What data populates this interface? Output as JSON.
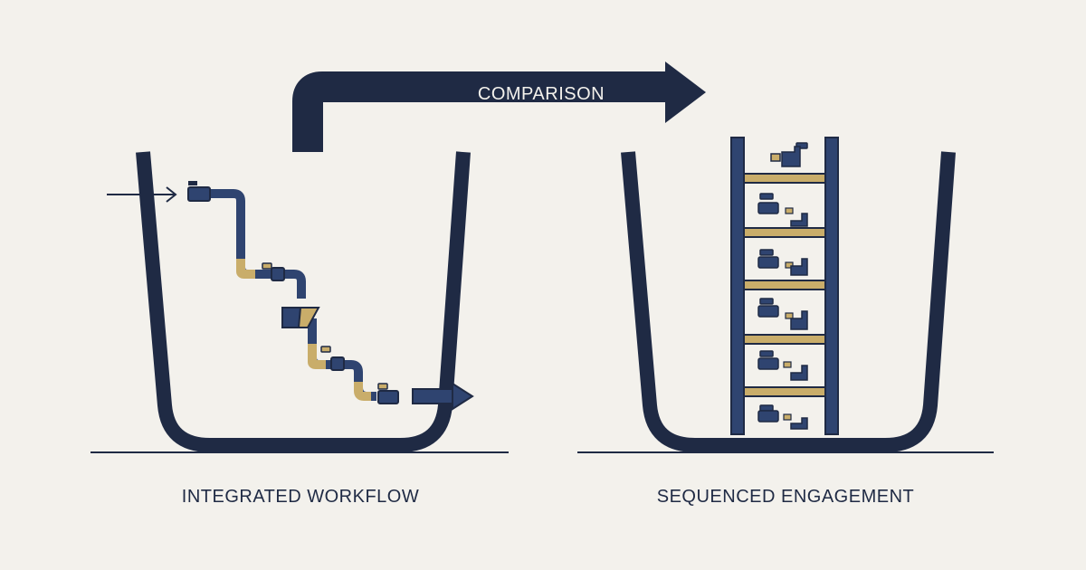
{
  "arrow": {
    "label": "COMPARISON"
  },
  "left_panel": {
    "caption": "INTEGRATED WORKFLOW"
  },
  "right_panel": {
    "caption": "SEQUENCED ENGAGEMENT"
  },
  "colors": {
    "background": "#f3f1ec",
    "navy": "#1f2a44",
    "pipe_blue": "#2f4470",
    "tan": "#c9ad6a"
  }
}
